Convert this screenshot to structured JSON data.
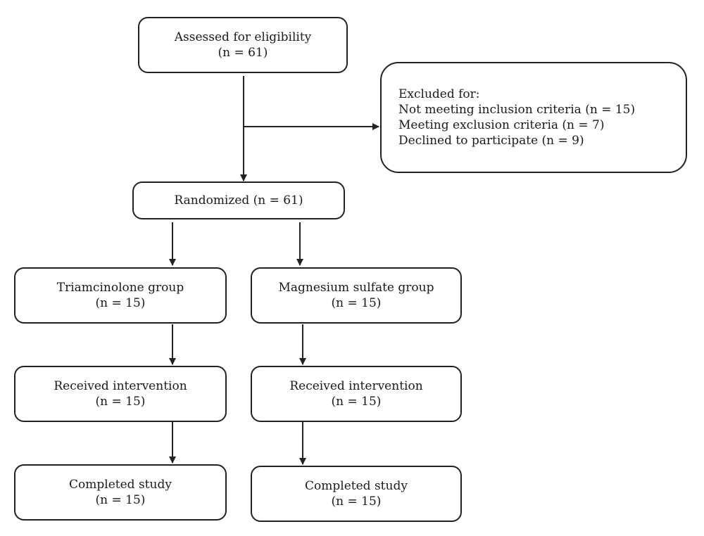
{
  "assessed": {
    "title": "Assessed for eligibility",
    "count": "(n = 61)"
  },
  "excluded": {
    "heading": "Excluded for:",
    "reasons": [
      "Not meeting inclusion criteria (n = 15)",
      "Meeting exclusion criteria (n = 7)",
      "Declined to participate (n = 9)"
    ]
  },
  "randomized": {
    "title": "Randomized (n = 61)"
  },
  "groups": [
    {
      "allocation": {
        "title": "Triamcinolone group",
        "count": "(n = 15)"
      },
      "intervention": {
        "title": "Received intervention",
        "count": "(n = 15)"
      },
      "completed": {
        "title": "Completed study",
        "count": "(n = 15)"
      }
    },
    {
      "allocation": {
        "title": "Magnesium sulfate group",
        "count": "(n = 15)"
      },
      "intervention": {
        "title": "Received intervention",
        "count": "(n = 15)"
      },
      "completed": {
        "title": "Completed study",
        "count": "(n = 15)"
      }
    }
  ]
}
